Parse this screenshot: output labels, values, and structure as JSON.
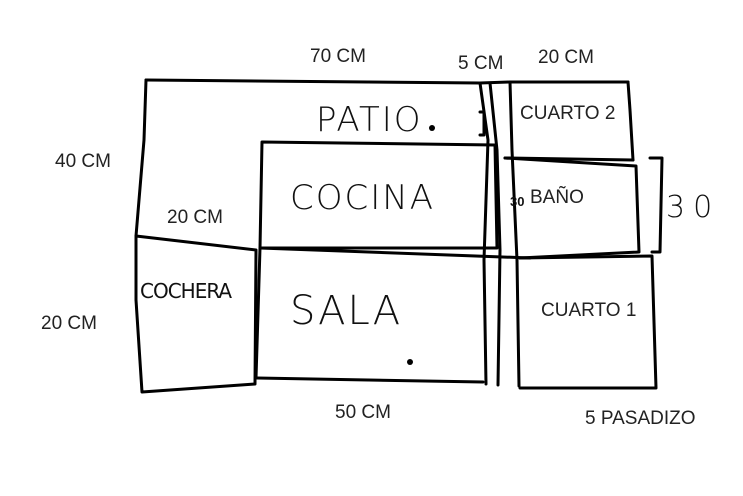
{
  "dimensions": {
    "top_left": "70 CM",
    "top_mid": "5 CM",
    "top_right": "20 CM",
    "left_upper": "40 CM",
    "inner_left": "20 CM",
    "left_lower": "20 CM",
    "bottom": "50 CM",
    "right_bracket": "30",
    "passage_small": "30",
    "passage_bottom": "5 PASADIZO"
  },
  "rooms": {
    "patio": "PATIO",
    "cocina": "COCINA",
    "sala": "SALA",
    "cochera": "COCHERA",
    "cuarto_2": "CUARTO 2",
    "bano": "BAÑO",
    "cuarto_1": "CUARTO 1"
  },
  "stroke_color": "#000000"
}
